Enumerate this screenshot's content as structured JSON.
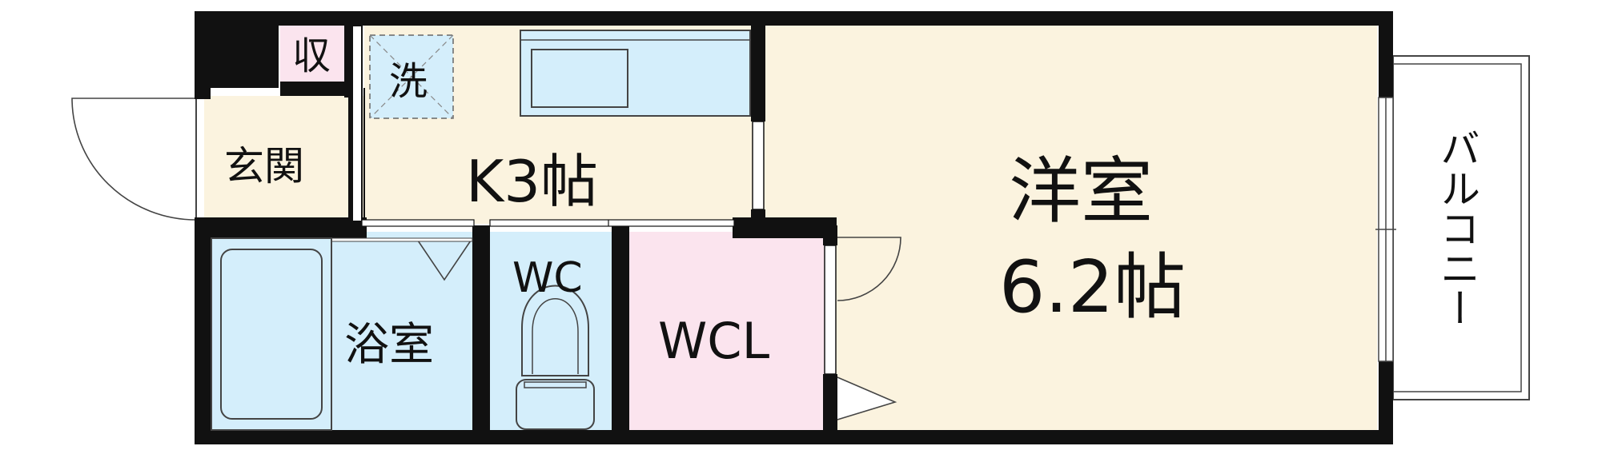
{
  "rooms": {
    "storage": "収",
    "washer": "洗",
    "entrance": "玄関",
    "kitchen": "K3帖",
    "western_room_name": "洋室",
    "western_room_size": "6.2帖",
    "balcony": "バルコニー",
    "bathroom": "浴室",
    "toilet": "WC",
    "closet": "WCL"
  },
  "colors": {
    "wall": "#111111",
    "floor": "#fbf3df",
    "water": "#d4eefb",
    "closet": "#fbe4ee",
    "fixture_line": "#4a4a4a"
  }
}
